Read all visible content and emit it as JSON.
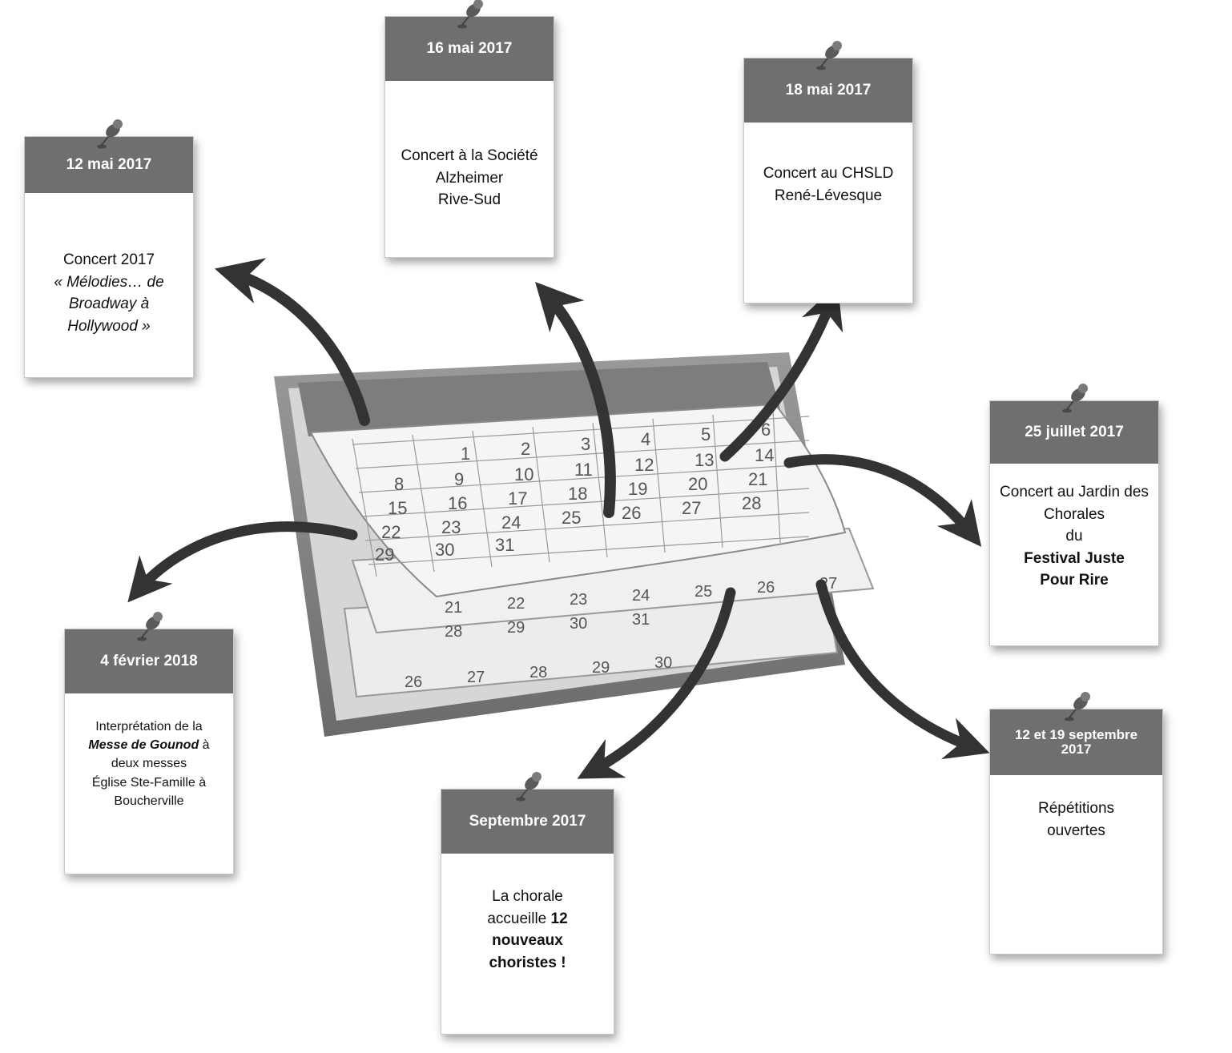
{
  "calendar": {
    "colors": {
      "frame": "#8a8a8a",
      "page": "#f2f2f2",
      "grid": "#9a9a9a",
      "numbers": "#555555"
    },
    "front_page_numbers": [
      "1",
      "2",
      "3",
      "4",
      "5",
      "6",
      "8",
      "9",
      "10",
      "11",
      "12",
      "13",
      "14",
      "15",
      "16",
      "17",
      "18",
      "19",
      "20",
      "21",
      "22",
      "23",
      "24",
      "25",
      "26",
      "27",
      "28",
      "29",
      "30",
      "31"
    ],
    "back_page_numbers": [
      "21",
      "22",
      "23",
      "24",
      "25",
      "26",
      "27",
      "28",
      "29",
      "30",
      "31"
    ],
    "bottom_page_numbers": [
      "26",
      "27",
      "28",
      "29",
      "30"
    ]
  },
  "notes": [
    {
      "id": "note-12-mai",
      "date": "12 mai 2017",
      "lines": [
        [
          {
            "t": "Concert 2017",
            "s": "normal"
          }
        ],
        [
          {
            "t": "« Mélodies…  de",
            "s": "ital"
          }
        ],
        [
          {
            "t": "Broadway à",
            "s": "ital"
          }
        ],
        [
          {
            "t": "Hollywood »",
            "s": "ital"
          }
        ]
      ]
    },
    {
      "id": "note-16-mai",
      "date": "16 mai 2017",
      "lines": [
        [
          {
            "t": "Concert à la Société",
            "s": "normal"
          }
        ],
        [
          {
            "t": "Alzheimer",
            "s": "normal"
          }
        ],
        [
          {
            "t": "Rive-Sud",
            "s": "normal"
          }
        ]
      ]
    },
    {
      "id": "note-18-mai",
      "date": "18 mai 2017",
      "lines": [
        [
          {
            "t": "Concert au CHSLD",
            "s": "normal"
          }
        ],
        [
          {
            "t": "René-Lévesque",
            "s": "normal"
          }
        ]
      ]
    },
    {
      "id": "note-25-juillet",
      "date": "25 juillet 2017",
      "lines": [
        [
          {
            "t": "Concert au Jardin des",
            "s": "normal"
          }
        ],
        [
          {
            "t": "Chorales",
            "s": "normal"
          }
        ],
        [
          {
            "t": "du",
            "s": "normal"
          }
        ],
        [
          {
            "t": "Festival Juste",
            "s": "bold"
          }
        ],
        [
          {
            "t": "Pour Rire",
            "s": "bold"
          }
        ]
      ]
    },
    {
      "id": "note-4-fevrier",
      "date": "4 février 2018",
      "lines": [
        [
          {
            "t": "Interprétation de la",
            "s": "normal"
          }
        ],
        [
          {
            "t": "Messe de Gounod",
            "s": "boldital"
          },
          {
            "t": " à",
            "s": "normal"
          }
        ],
        [
          {
            "t": "deux messes",
            "s": "normal"
          }
        ],
        [
          {
            "t": "Église Ste-Famille à",
            "s": "normal"
          }
        ],
        [
          {
            "t": "Boucherville",
            "s": "normal"
          }
        ]
      ]
    },
    {
      "id": "note-septembre",
      "date": "Septembre 2017",
      "lines": [
        [
          {
            "t": "La chorale",
            "s": "normal"
          }
        ],
        [
          {
            "t": "accueille ",
            "s": "normal"
          },
          {
            "t": "12",
            "s": "bold"
          }
        ],
        [
          {
            "t": "nouveaux",
            "s": "bold"
          }
        ],
        [
          {
            "t": "choristes !",
            "s": "bold"
          }
        ]
      ]
    },
    {
      "id": "note-12-19-sept",
      "date": "12 et 19 septembre 2017",
      "lines": [
        [
          {
            "t": "Répétitions",
            "s": "normal"
          }
        ],
        [
          {
            "t": "ouvertes",
            "s": "normal"
          }
        ]
      ]
    }
  ],
  "colors": {
    "header": "#6f6f6f",
    "arrow": "#333333",
    "pin": "#5a5a5a"
  }
}
